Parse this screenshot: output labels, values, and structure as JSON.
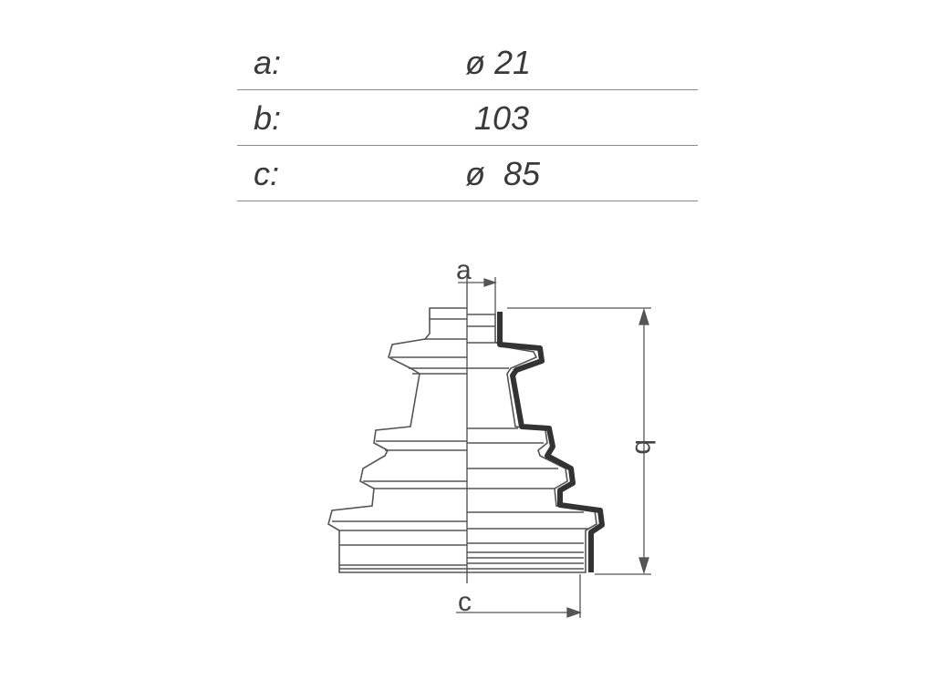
{
  "dimensions": [
    {
      "key": "a:",
      "value": "ø 21"
    },
    {
      "key": "b:",
      "value": " 103"
    },
    {
      "key": "c:",
      "value": "ø  85"
    }
  ],
  "drawing_labels": {
    "a": "a",
    "b": "b",
    "c": "c"
  },
  "colors": {
    "line": "#555555",
    "profile": "#333333"
  }
}
